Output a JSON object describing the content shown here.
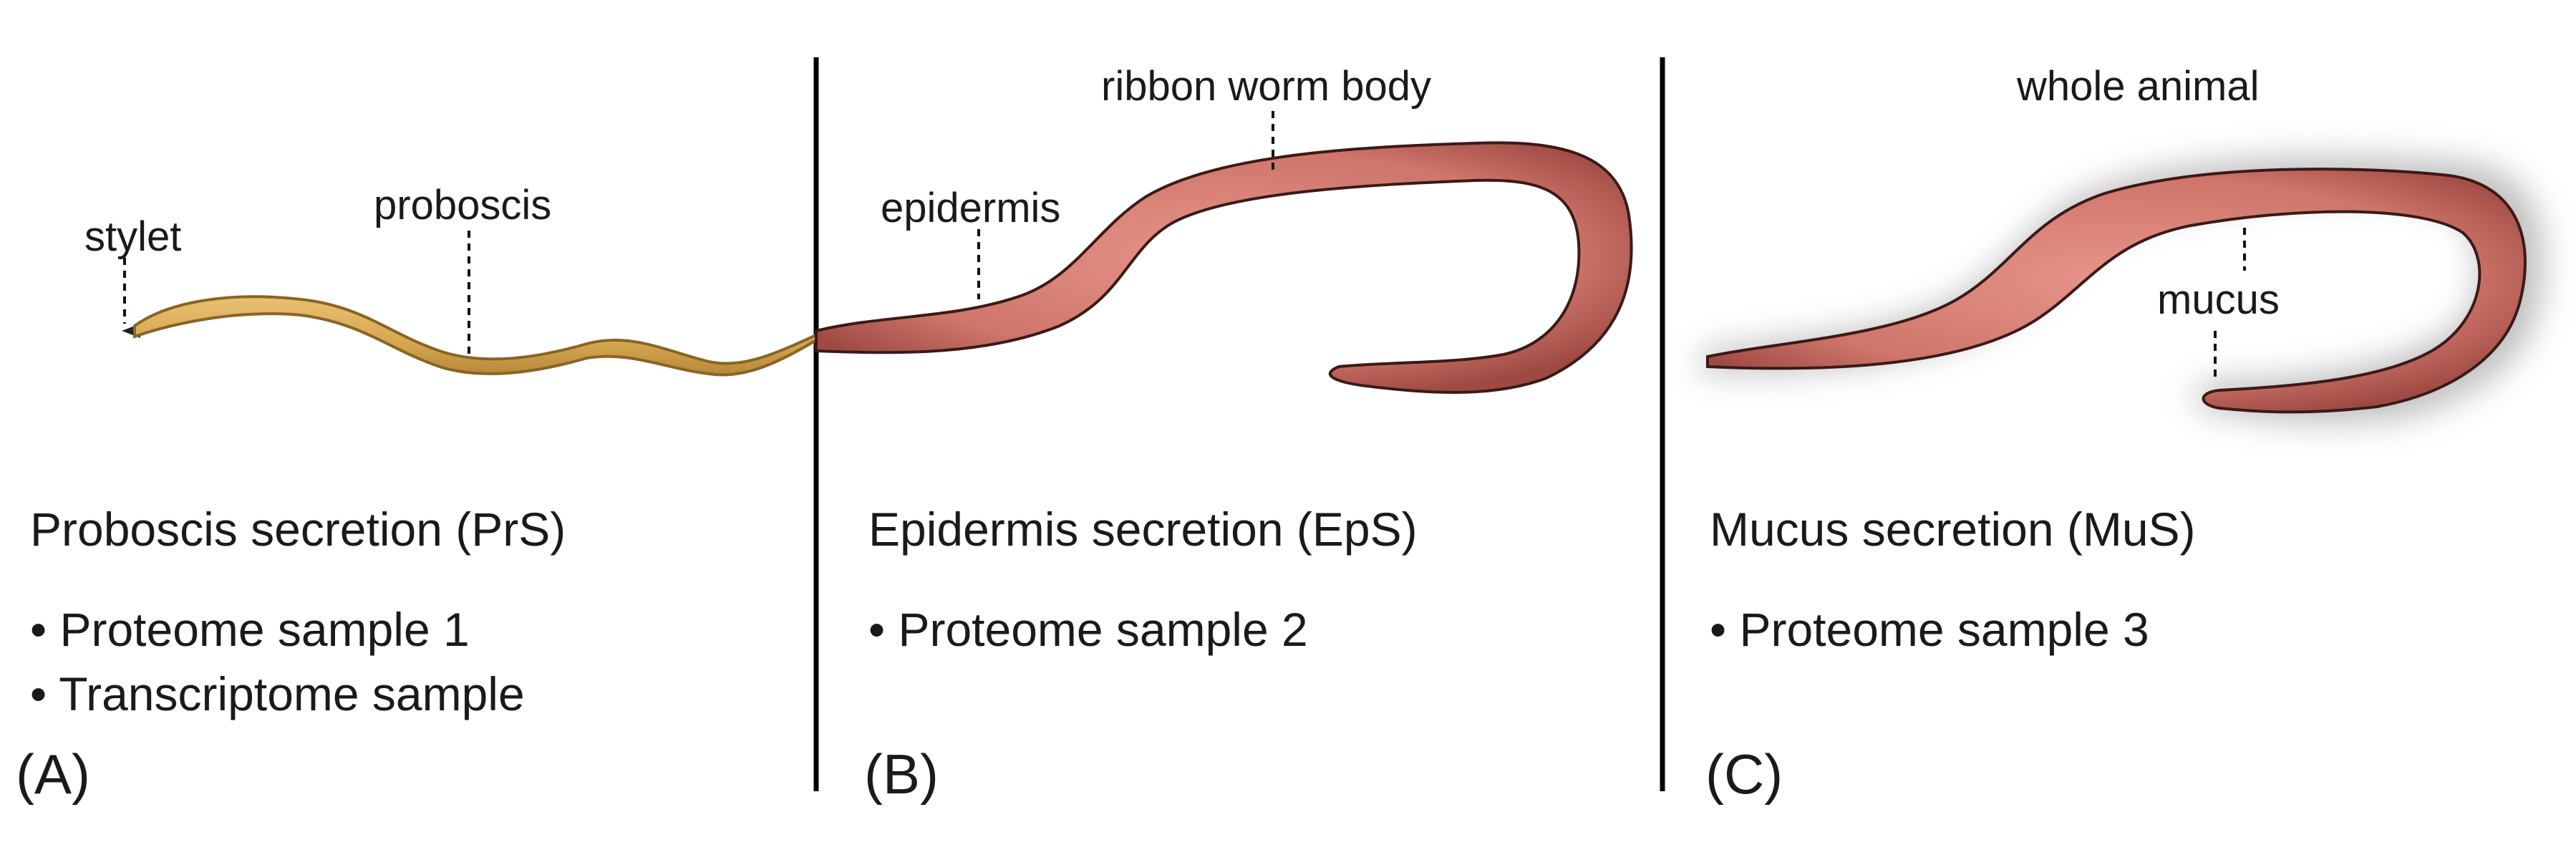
{
  "colors": {
    "proboscis": "#d9ac55",
    "proboscis_edge": "#a37a2c",
    "worm": "#d47a70",
    "worm_edge": "#8a3c36",
    "mucus": "#bdbdbd"
  },
  "panels": [
    {
      "letter": "(A)",
      "title": "Proboscis secretion (PrS)",
      "bullets": [
        "• Proteome sample 1",
        "• Transcriptome sample"
      ],
      "labels": {
        "stylet": "stylet",
        "proboscis": "proboscis"
      }
    },
    {
      "letter": "(B)",
      "title": "Epidermis secretion (EpS)",
      "bullets": [
        "• Proteome sample 2"
      ],
      "labels": {
        "epidermis": "epidermis",
        "body": "ribbon worm body"
      }
    },
    {
      "letter": "(C)",
      "title": "Mucus secretion (MuS)",
      "bullets": [
        "• Proteome sample 3"
      ],
      "labels": {
        "whole": "whole animal",
        "mucus": "mucus"
      }
    }
  ]
}
